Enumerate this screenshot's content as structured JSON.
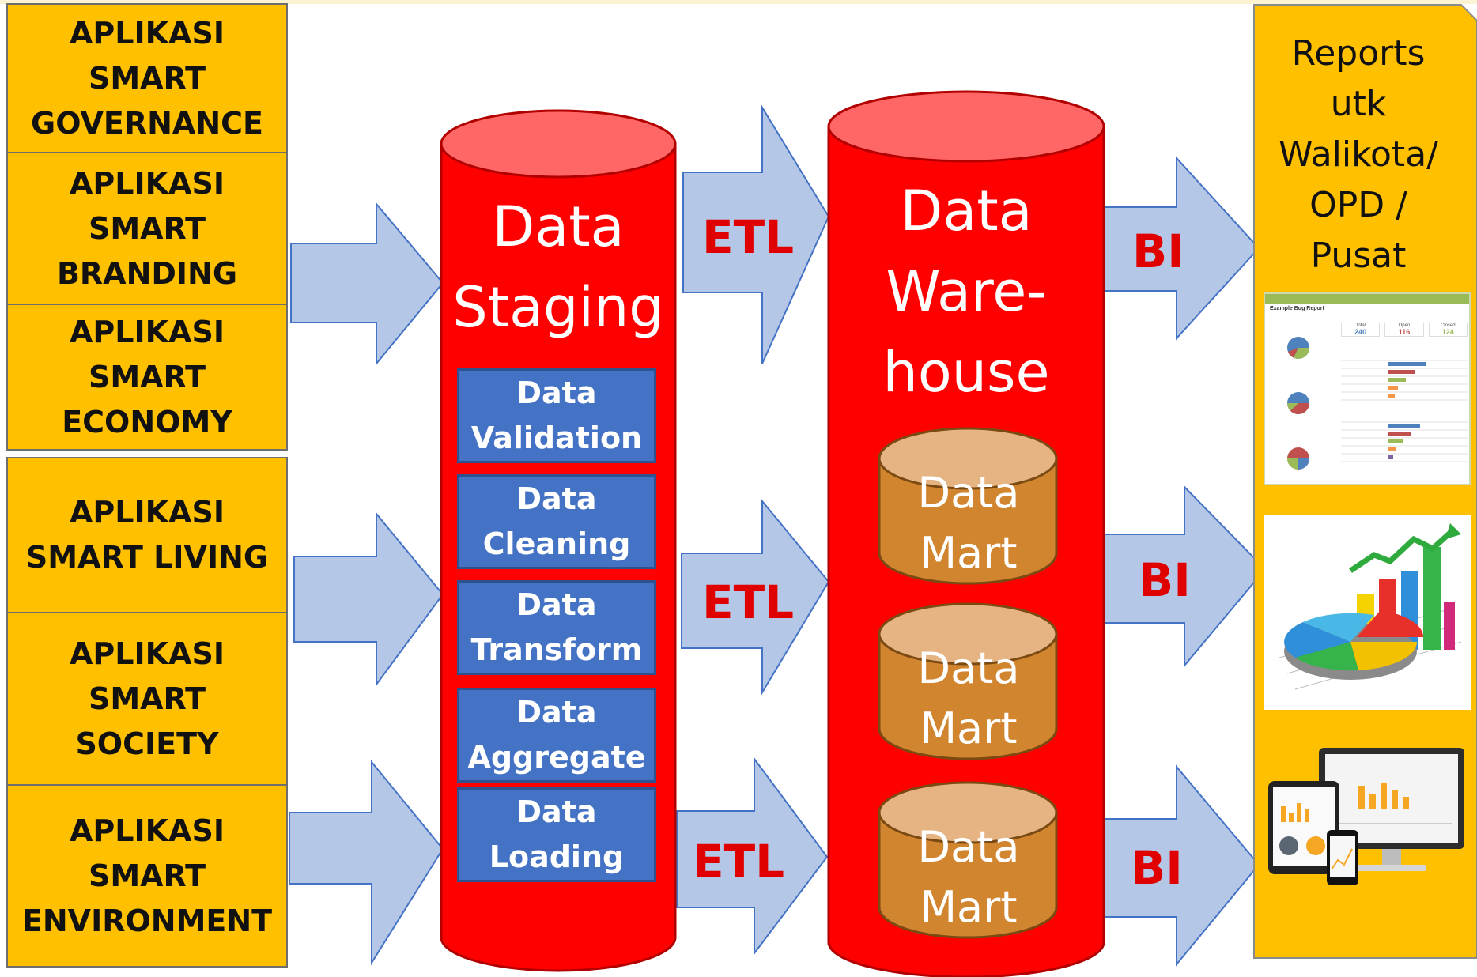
{
  "sources": [
    {
      "label": "APLIKASI\nSMART\nGOVERNANCE"
    },
    {
      "label": "APLIKASI\nSMART\nBRANDING"
    },
    {
      "label": "APLIKASI\nSMART\nECONOMY"
    },
    {
      "label": "APLIKASI\nSMART LIVING"
    },
    {
      "label": "APLIKASI\nSMART\nSOCIETY"
    },
    {
      "label": "APLIKASI\nSMART\nENVIRONMENT"
    }
  ],
  "staging": {
    "title": "Data\nStaging",
    "steps": [
      {
        "label": "Data\nValidation"
      },
      {
        "label": "Data\nCleaning"
      },
      {
        "label": "Data\nTransform"
      },
      {
        "label": "Data\nAggregate"
      },
      {
        "label": "Data\nLoading"
      }
    ]
  },
  "warehouse": {
    "title": "Data\nWare-\nhouse",
    "marts": [
      {
        "label": "Data\nMart"
      },
      {
        "label": "Data\nMart"
      },
      {
        "label": "Data\nMart"
      }
    ]
  },
  "flows": {
    "etl": [
      "ETL",
      "ETL",
      "ETL"
    ],
    "bi": [
      "BI",
      "BI",
      "BI"
    ]
  },
  "reports": {
    "title": "Reports\nutk\nWalikota/\nOPD /\nPusat",
    "report_title": "Example Bug Report",
    "stats": [
      {
        "label": "Total",
        "value": "240"
      },
      {
        "label": "Open",
        "value": "116"
      },
      {
        "label": "Closed",
        "value": "124"
      }
    ]
  },
  "colors": {
    "source_fill": "#ffc000",
    "cylinder_fill": "#ff0000",
    "cylinder_top": "#ff6666",
    "step_fill": "#4472c4",
    "mart_fill": "#d2852f",
    "mart_top": "#e6b482",
    "arrow_fill": "#b4c7e7",
    "label_red": "#e00000"
  }
}
